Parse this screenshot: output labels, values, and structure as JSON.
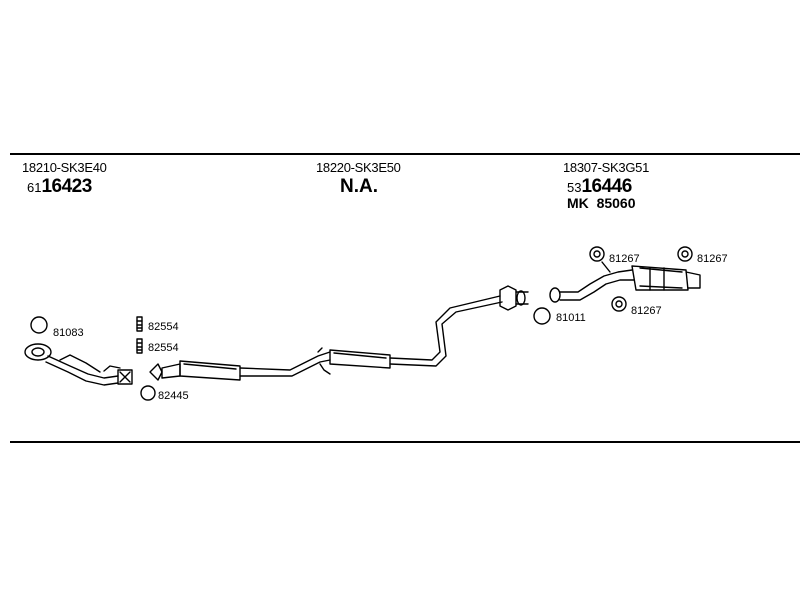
{
  "sections": [
    {
      "oem": "18210-SK3E40",
      "ref_prefix": "61",
      "ref_number": "16423"
    },
    {
      "oem": "18220-SK3E50",
      "status": "N.A."
    },
    {
      "oem": "18307-SK3G51",
      "ref_prefix": "53",
      "ref_number": "16446",
      "mk_label": "MK",
      "mk_number": "85060"
    }
  ],
  "parts": {
    "p81083": "81083",
    "p82554a": "82554",
    "p82554b": "82554",
    "p82445": "82445",
    "p81011": "81011",
    "p81267a": "81267",
    "p81267b": "81267",
    "p81267c": "81267"
  }
}
